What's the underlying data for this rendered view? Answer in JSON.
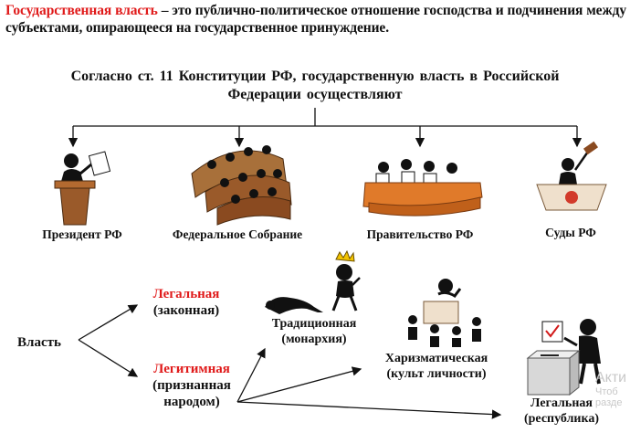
{
  "intro": {
    "term": "Государственная власть",
    "rest": " – это публично-политическое отношение господства и подчинения между субъектами, опирающееся на государственное принуждение."
  },
  "heading": {
    "line1": "Согласно ст. 11 Конституции РФ, государственную власть в Российской",
    "line2": "Федерации осуществляют"
  },
  "branches": [
    {
      "label": "Президент РФ",
      "icon": "president-podium-icon"
    },
    {
      "label": "Федеральное Собрание",
      "icon": "parliament-icon"
    },
    {
      "label": "Правительство РФ",
      "icon": "government-table-icon"
    },
    {
      "label": "Суды РФ",
      "icon": "judge-gavel-icon"
    }
  ],
  "power": {
    "root": "Власть",
    "legal": {
      "line1": "Легальная",
      "line2": "(законная)"
    },
    "legitimate": {
      "line1": "Легитимная",
      "line2": "(признанная",
      "line3": "народом)"
    }
  },
  "types": [
    {
      "line1": "Традиционная",
      "line2": "(монархия)",
      "icon": "monarch-bowing-icon"
    },
    {
      "line1": "Харизматическая",
      "line2": "(культ личности)",
      "icon": "leader-tribune-icon"
    },
    {
      "line1": "Легальная",
      "line2": "(республика)",
      "icon": "ballot-box-icon"
    }
  ],
  "watermark": {
    "main": "Акти",
    "sub1": "Чтоб",
    "sub2": "разде"
  },
  "colors": {
    "accent": "#e01a1a",
    "podium": "#9a5a2a",
    "table": "#e07a2a"
  }
}
